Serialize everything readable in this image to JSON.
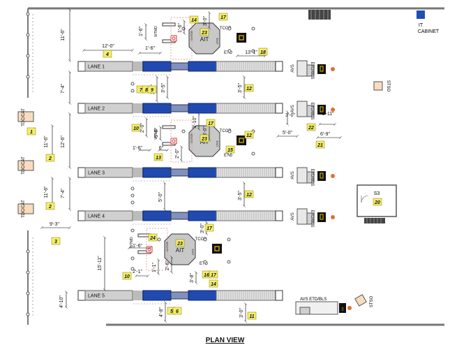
{
  "title": "PLAN VIEW",
  "lanes": [
    {
      "label": "LANE 1"
    },
    {
      "label": "LANE 2"
    },
    {
      "label": "LANE 3"
    },
    {
      "label": "LANE 4"
    },
    {
      "label": "LANE 5"
    }
  ],
  "labels": {
    "it_cabinet": [
      "IT",
      "CABINET"
    ],
    "stso": "STSO",
    "tdc_cat": "TDC/CAT",
    "ait": "AIT",
    "tcop": "TCOP",
    "etd": "ETD",
    "avs": "AVS",
    "etd_bls": "ETD/BLS",
    "avs_etd_bls": "AVS   ETD/BLS",
    "s3": "S3",
    "wtmd": "WTMD",
    "enter": "ENTER",
    "exit": "EXIT"
  },
  "dimensions": {
    "d_11_6_top": "11'-6\"",
    "d_12_0": "12'-0\"",
    "d_1_6_a": "1'-6\"",
    "d_1_6_b": "1'-6\"",
    "d_1_6_c": "1'-6\"",
    "d_1_6_d": "1'-6\"",
    "d_1_6_e": "1'-6\"",
    "d_3_0_a": "3'-0\"",
    "d_3_0_b": "3'-0\"",
    "d_3_0_c": "3'-0\"",
    "d_3_0_d": "3'-0\"",
    "d_3_0_e": "3'-0\"",
    "d_13_1": "13'-1\"",
    "d_7_4_a": "7'-4\"",
    "d_7_4_b": "7'-4\"",
    "d_3_5_a": "3'-5\"",
    "d_3_5_b": "3'-5\"",
    "d_3_5_c": "3'-5\"",
    "d_3_5_d": "3'-5\"",
    "d_3_10": "3'-10\"",
    "d_2_0_a": "2'-0\"",
    "d_2_0_b": "2'-0\"",
    "d_6": "6\"",
    "d_12_6": "12'-6\"",
    "d_11_6_a": "11'-6\"",
    "d_11_6_b": "11'-6\"",
    "d_5_0_a": "5'-0\"",
    "d_5_0_b": "5'-0\"",
    "d_1_11": "1'-11\"",
    "d_6_9": "6'-9\"",
    "d_9_3": "9'-3\"",
    "d_15_11": "15'-11\"",
    "d_2_1": "2'-1\"",
    "d_1_1": "1'-1\"",
    "d_2_6": "2'-6\"",
    "d_3_8": "3'-8\"",
    "d_4_10": "4'-10\"",
    "d_4_8": "4'-8\""
  },
  "callouts": [
    "1",
    "2",
    "2",
    "3",
    "4",
    "5",
    "6",
    "7",
    "8",
    "9",
    "10",
    "10",
    "11",
    "12",
    "12",
    "12",
    "13",
    "14",
    "14",
    "15",
    "16",
    "17",
    "17",
    "17",
    "17",
    "18",
    "20",
    "21",
    "22",
    "23",
    "23",
    "23",
    "24"
  ]
}
